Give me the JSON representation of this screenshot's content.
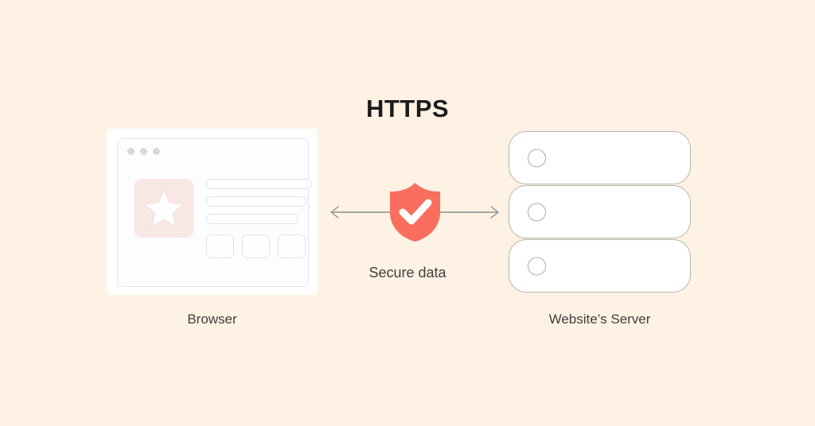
{
  "background_color": "#fdf2e4",
  "title": "HTTPS",
  "browser": {
    "label": "Browser",
    "dots": [
      "dot-red",
      "dot-yellow",
      "dot-green"
    ],
    "thumbnail_icon": "star-icon",
    "text_lines": 3,
    "chips": 3,
    "accent_color": "#f9e7e3"
  },
  "connection": {
    "caption": "Secure data",
    "arrow": "double-headed-arrow",
    "arrow_color": "#8d8d8d",
    "badge_icon": "shield-check-icon",
    "badge_color": "#f96e5e",
    "check_color": "#ffffff"
  },
  "server": {
    "label": "Website’s Server",
    "units": 3,
    "unit_indicator": "status-circle",
    "border_color": "#b9b4ae"
  }
}
